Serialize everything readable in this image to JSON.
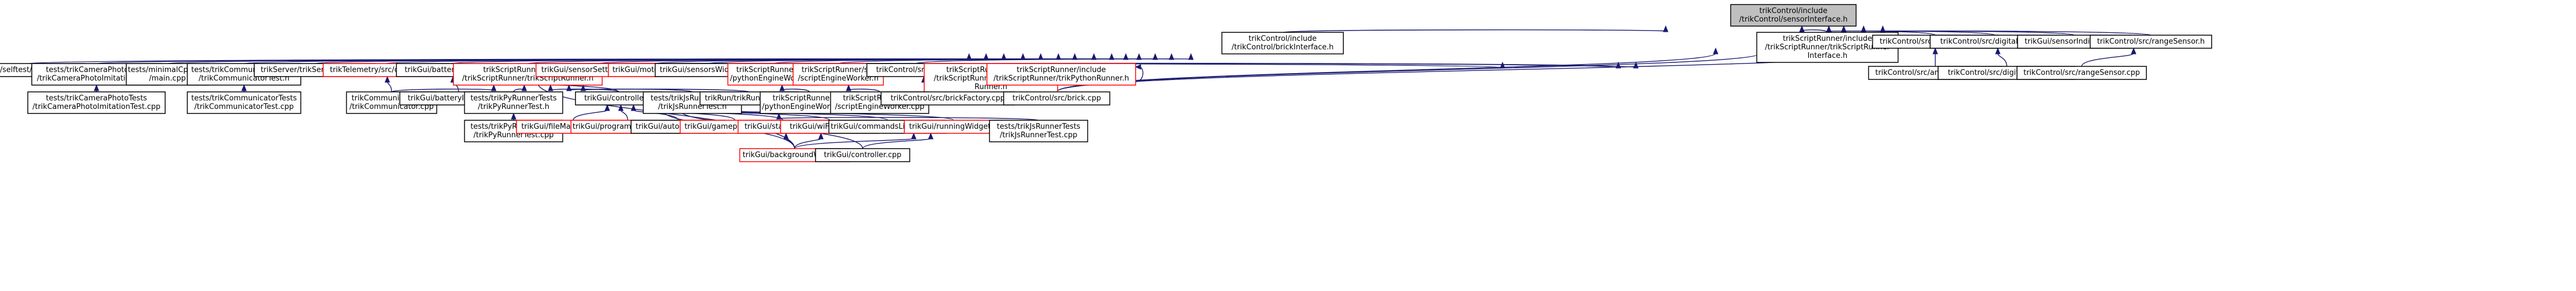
{
  "colors": {
    "edge": "#191970",
    "node_border": "#000000",
    "missing_node_border": "#ff0000",
    "root_fill": "#bfbfbf",
    "background": "#ffffff"
  },
  "diagram": {
    "type": "include-dependency-graph",
    "nodes": [
      {
        "id": "root",
        "lines": [
          "trikControl/include",
          "/trikControl/sensorInterface.h"
        ],
        "style": "root"
      },
      {
        "id": "brick_iface",
        "lines": [
          "trikControl/include",
          "/trikControl/brickInterface.h"
        ]
      },
      {
        "id": "script_iface",
        "lines": [
          "trikScriptRunner/include",
          "/trikScriptRunner/trikScriptRunner",
          "Interface.h"
        ]
      },
      {
        "id": "analog_h",
        "lines": [
          "trikControl/src/analogSensor.h"
        ]
      },
      {
        "id": "digital_h",
        "lines": [
          "trikControl/src/digitalSensor.h"
        ]
      },
      {
        "id": "sensorind_cpp",
        "lines": [
          "trikGui/sensorIndicator.cpp"
        ]
      },
      {
        "id": "range_h",
        "lines": [
          "trikControl/src/rangeSensor.h"
        ]
      },
      {
        "id": "selftest",
        "lines": [
          "tests/selftest/selftest.cpp"
        ]
      },
      {
        "id": "camtest_h",
        "lines": [
          "tests/trikCameraPhotoTests",
          "/trikCameraPhotoImitationTest.h"
        ]
      },
      {
        "id": "minimal",
        "lines": [
          "tests/minimalCppApp",
          "/main.cpp"
        ]
      },
      {
        "id": "commtest_h",
        "lines": [
          "tests/trikCommunicatorTests",
          "/trikCommunicatorTest.h"
        ]
      },
      {
        "id": "servermain",
        "lines": [
          "trikServer/trikServerMain.cpp"
        ]
      },
      {
        "id": "connection_h",
        "lines": [
          "trikTelemetry/src/connection.h"
        ],
        "style": "red"
      },
      {
        "id": "battery_h",
        "lines": [
          "trikGui/batteryIndicator.h"
        ]
      },
      {
        "id": "runner_h",
        "lines": [
          "trikScriptRunner/include",
          "/trikScriptRunner/trikScriptRunner.h"
        ],
        "style": "red"
      },
      {
        "id": "sensorsettings_h",
        "lines": [
          "trikGui/sensorSettingsWidget.h"
        ],
        "style": "red"
      },
      {
        "id": "motors_h",
        "lines": [
          "trikGui/motorsWidget.h"
        ],
        "style": "red"
      },
      {
        "id": "sensorswidget",
        "lines": [
          "trikGui/sensorsWidget.cpp"
        ]
      },
      {
        "id": "pyworker_h",
        "lines": [
          "trikScriptRunner/src",
          "/pythonEngineWorker.h"
        ],
        "style": "red"
      },
      {
        "id": "scriptworker_h",
        "lines": [
          "trikScriptRunner/src",
          "/scriptEngineWorker.h"
        ],
        "style": "red"
      },
      {
        "id": "brick_h",
        "lines": [
          "trikControl/src/brick.h"
        ]
      },
      {
        "id": "jsrunner_h",
        "lines": [
          "trikScriptRunner/include",
          "/trikScriptRunner/trikJavaScript",
          "Runner.h"
        ],
        "style": "red"
      },
      {
        "id": "pyrunner_h",
        "lines": [
          "trikScriptRunner/include",
          "/trikScriptRunner/trikPythonRunner.h"
        ],
        "style": "red"
      },
      {
        "id": "analog_cpp",
        "lines": [
          "trikControl/src/analogSensor.cpp"
        ]
      },
      {
        "id": "digital_cpp",
        "lines": [
          "trikControl/src/digitalSensor.cpp"
        ]
      },
      {
        "id": "range_cpp",
        "lines": [
          "trikControl/src/rangeSensor.cpp"
        ]
      },
      {
        "id": "camtest_cpp",
        "lines": [
          "tests/trikCameraPhotoTests",
          "/trikCameraPhotoImitationTest.cpp"
        ]
      },
      {
        "id": "commtest_cpp",
        "lines": [
          "tests/trikCommunicatorTests",
          "/trikCommunicatorTest.cpp"
        ]
      },
      {
        "id": "communicator_cpp",
        "lines": [
          "trikCommunicator/src",
          "/trikCommunicator.cpp"
        ]
      },
      {
        "id": "battery_cpp",
        "lines": [
          "trikGui/batteryIndicator.cpp"
        ]
      },
      {
        "id": "pytest_h",
        "lines": [
          "tests/trikPyRunnerTests",
          "/trikPyRunnerTest.h"
        ]
      },
      {
        "id": "controller_h",
        "lines": [
          "trikGui/controller.h"
        ]
      },
      {
        "id": "jstest_h",
        "lines": [
          "tests/trikJsRunnerTests",
          "/trikJsRunnerTest.h"
        ]
      },
      {
        "id": "runmain",
        "lines": [
          "trikRun/trikRunMain.cpp"
        ]
      },
      {
        "id": "pyworker_cpp",
        "lines": [
          "trikScriptRunner/src",
          "/pythonEngineWorker.cpp"
        ]
      },
      {
        "id": "scriptworker_cpp",
        "lines": [
          "trikScriptRunner/src",
          "/scriptEngineWorker.cpp"
        ]
      },
      {
        "id": "brickfactory",
        "lines": [
          "trikControl/src/brickFactory.cpp"
        ]
      },
      {
        "id": "brick_cpp",
        "lines": [
          "trikControl/src/brick.cpp"
        ]
      },
      {
        "id": "pytest_cpp",
        "lines": [
          "tests/trikPyRunnerTests",
          "/trikPyRunnerTest.cpp"
        ]
      },
      {
        "id": "filemanager",
        "lines": [
          "trikGui/fileManagerWidget.h"
        ],
        "style": "red"
      },
      {
        "id": "programming",
        "lines": [
          "trikGui/programmingWidget.h"
        ],
        "style": "red"
      },
      {
        "id": "autorunner",
        "lines": [
          "trikGui/autoRunner.cpp"
        ]
      },
      {
        "id": "gamepad",
        "lines": [
          "trikGui/gamepadIndicator.h"
        ],
        "style": "red"
      },
      {
        "id": "startwidget",
        "lines": [
          "trikGui/startWidget.h"
        ],
        "style": "red"
      },
      {
        "id": "wifi",
        "lines": [
          "trikGui/wiFiIndicator.h"
        ],
        "style": "red"
      },
      {
        "id": "cmdlist",
        "lines": [
          "trikGui/commandsListWidget.h"
        ]
      },
      {
        "id": "running",
        "lines": [
          "trikGui/runningWidget.h"
        ],
        "style": "red"
      },
      {
        "id": "jstest_cpp",
        "lines": [
          "tests/trikJsRunnerTests",
          "/trikJsRunnerTest.cpp"
        ]
      },
      {
        "id": "background",
        "lines": [
          "trikGui/backgroundWidget.h"
        ],
        "style": "red"
      },
      {
        "id": "controller_cpp",
        "lines": [
          "trikGui/controller.cpp"
        ]
      }
    ]
  }
}
